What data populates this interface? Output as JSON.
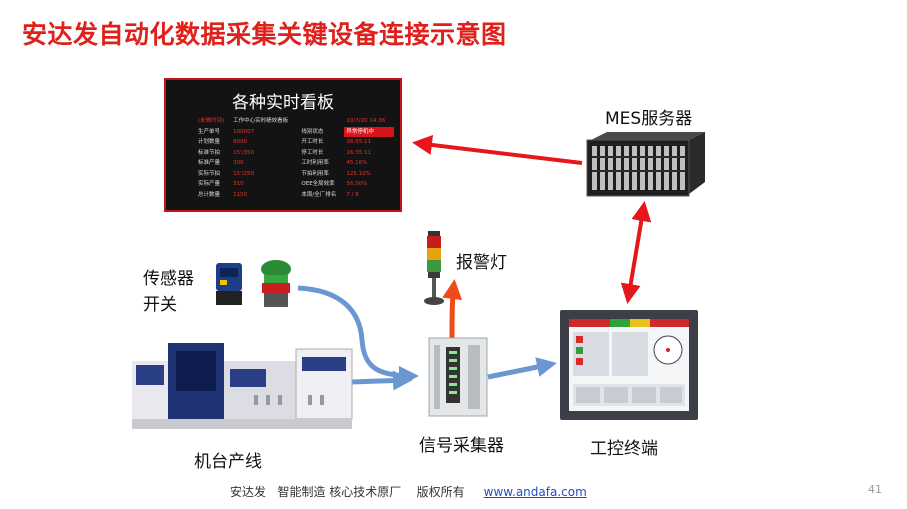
{
  "title": "安达发自动化数据采集关键设备连接示意图",
  "board": {
    "title": "各种实时看板",
    "rows": [
      [
        "(未做时间)",
        "工作中心实时绩效看板",
        "",
        "10/7/20 14:36"
      ],
      [
        "生产单号",
        "100007",
        "线别状态",
        "异常停机中"
      ],
      [
        "计划数量",
        "8000",
        "开工时长",
        "26:55:11"
      ],
      [
        "标准节拍",
        "15'/350",
        "停工时长",
        "16:35:11"
      ],
      [
        "标准产量",
        "300",
        "工时利用率",
        "45.16%"
      ],
      [
        "实际节拍",
        "15'/250",
        "节拍利用率",
        "125.10%"
      ],
      [
        "实际产量",
        "310",
        "OEE全局效率",
        "56.50%"
      ],
      [
        "总计数量",
        "1150",
        "本周/全厂排名",
        "7 / 8"
      ]
    ]
  },
  "labels": {
    "mes": "MES服务器",
    "alarm": "报警灯",
    "sensor_line1": "传感器",
    "sensor_line2": "开关",
    "machine": "机台产线",
    "collector": "信号采集器",
    "terminal": "工控终端"
  },
  "footer": {
    "company": "安达发",
    "slogan": "智能制造 核心技术原厂",
    "rights": "版权所有",
    "url": "www.andafa.com"
  },
  "page_number": "41",
  "colors": {
    "title": "#e0201b",
    "red_arrow": "#e6161b",
    "blue_arrow": "#6b97d1",
    "orange_arrow": "#f04a18"
  }
}
